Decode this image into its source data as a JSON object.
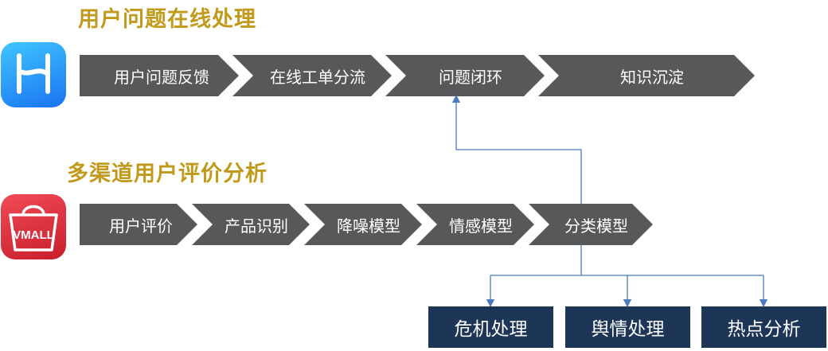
{
  "sections": {
    "online": {
      "title": "用户问题在线处理",
      "steps": [
        "用户问题反馈",
        "在线工单分流",
        "问题闭环",
        "知识沉淀"
      ]
    },
    "reviews": {
      "title": "多渠道用户评价分析",
      "steps": [
        "用户评价",
        "产品识别",
        "降噪模型",
        "情感模型",
        "分类模型"
      ]
    }
  },
  "vmall_logo_text": "VMALL",
  "outcomes": [
    "危机处理",
    "舆情处理",
    "热点分析"
  ],
  "colors": {
    "title": "#c29a1b",
    "chevron": "#58585a",
    "outcome_box": "#1d3557",
    "connector": "#4a7bc0"
  },
  "icons": [
    "support-app-icon",
    "vmall-app-icon"
  ]
}
